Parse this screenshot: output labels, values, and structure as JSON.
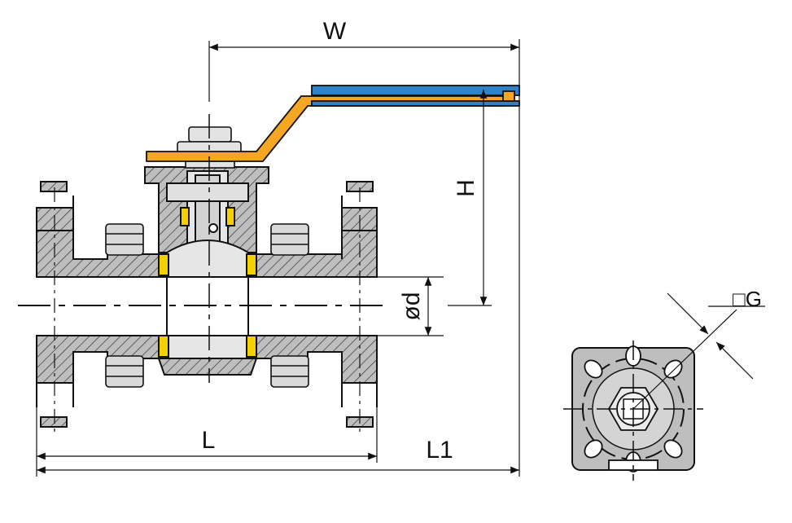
{
  "dimensions": {
    "width": "W",
    "height": "H",
    "bore": "ød",
    "length": "L",
    "overall_length": "L1",
    "square": "□G"
  },
  "colors": {
    "handle_orange": "#F5A623",
    "handle_sleeve_blue": "#2F82C8",
    "body_gray": "#BEBEBE",
    "seat_yellow": "#F5D000",
    "line": "#111111"
  }
}
